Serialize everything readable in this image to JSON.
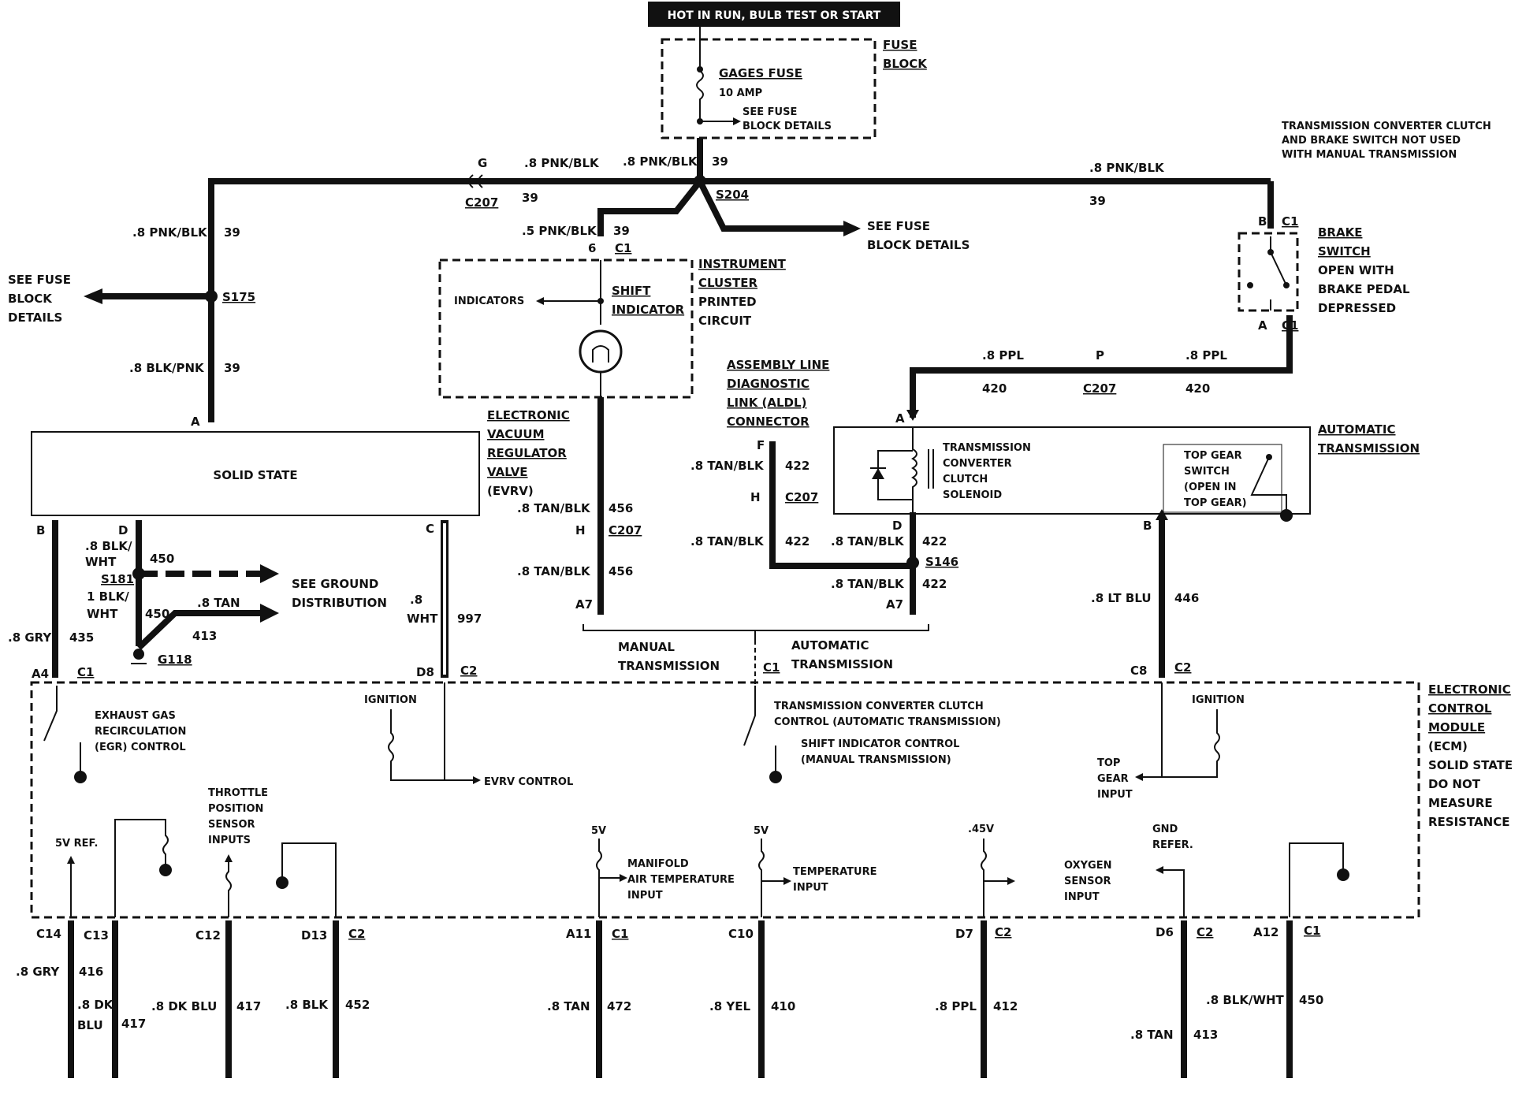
{
  "header": {
    "banner": "HOT IN RUN, BULB TEST OR START"
  },
  "fuse_block": {
    "label_1": "FUSE",
    "label_2": "BLOCK",
    "gages_fuse": "GAGES FUSE",
    "amp": "10 AMP",
    "see_1": "SEE FUSE",
    "see_2": "BLOCK DETAILS"
  },
  "note": {
    "line1": "TRANSMISSION CONVERTER CLUTCH",
    "line2": "AND BRAKE SWITCH NOT USED",
    "line3": "WITH MANUAL TRANSMISSION"
  },
  "wires": {
    "pnk_blk_8": ".8 PNK/BLK",
    "pnk_blk_5": ".5 PNK/BLK",
    "blk_pnk_8": ".8 BLK/PNK",
    "c39": "39",
    "tan_blk": ".8 TAN/BLK",
    "c456": "456",
    "c422": "422",
    "ppl": ".8 PPL",
    "c420": "420",
    "lt_blu": ".8 LT BLU",
    "c446": "446",
    "gry": ".8 GRY",
    "c435": "435",
    "blk_wht_8a": ".8 BLK/",
    "blk_wht_8b": "WHT",
    "c450": "450",
    "blk_wht_1a": "1 BLK/",
    "blk_wht_1b": "WHT",
    "tan8": ".8 TAN",
    "c413": "413",
    "wht_a": ".8",
    "wht_b": "WHT",
    "c997": "997"
  },
  "connectors": {
    "g": "G",
    "c207": "C207",
    "s204": "S204",
    "s175": "S175",
    "s181": "S181",
    "s146": "S146",
    "g118": "G118",
    "c1": "C1",
    "c2": "C2",
    "six": "6",
    "a": "A",
    "b": "B",
    "c": "C",
    "d": "D",
    "f": "F",
    "h": "H",
    "p": "P",
    "a4": "A4",
    "d8": "D8",
    "c8": "C8",
    "a7": "A7"
  },
  "components": {
    "see_fuse_left_1": "SEE FUSE",
    "see_fuse_left_2": "BLOCK",
    "see_fuse_left_3": "DETAILS",
    "see_fuse_mid_1": "SEE FUSE",
    "see_fuse_mid_2": "BLOCK DETAILS",
    "ic_1": "INSTRUMENT",
    "ic_2": "CLUSTER",
    "ic_3": "PRINTED",
    "ic_4": "CIRCUIT",
    "shift_1": "SHIFT",
    "shift_2": "INDICATOR",
    "indicators": "INDICATORS",
    "brake_1": "BRAKE",
    "brake_2": "SWITCH",
    "brake_3": "OPEN WITH",
    "brake_4": "BRAKE PEDAL",
    "brake_5": "DEPRESSED",
    "aldl_1": "ASSEMBLY LINE",
    "aldl_2": "DIAGNOSTIC",
    "aldl_3": "LINK (ALDL)",
    "aldl_4": "CONNECTOR",
    "solid_state": "SOLID STATE",
    "evrv_1": "ELECTRONIC",
    "evrv_2": "VACUUM",
    "evrv_3": "REGULATOR",
    "evrv_4": "VALVE",
    "evrv_5": "(EVRV)",
    "auto_1": "AUTOMATIC",
    "auto_2": "TRANSMISSION",
    "tcc_1": "TRANSMISSION",
    "tcc_2": "CONVERTER",
    "tcc_3": "CLUTCH",
    "tcc_4": "SOLENOID",
    "tg_1": "TOP GEAR",
    "tg_2": "SWITCH",
    "tg_3": "(OPEN IN",
    "tg_4": "TOP GEAR)",
    "ground_1": "SEE GROUND",
    "ground_2": "DISTRIBUTION",
    "manual_1": "MANUAL",
    "manual_2": "TRANSMISSION",
    "automatic_1": "AUTOMATIC",
    "automatic_2": "TRANSMISSION"
  },
  "ecm": {
    "title_1": "ELECTRONIC",
    "title_2": "CONTROL",
    "title_3": "MODULE",
    "title_4": "(ECM)",
    "title_5": "SOLID STATE",
    "title_6": "DO NOT",
    "title_7": "MEASURE",
    "title_8": "RESISTANCE",
    "egr_1": "EXHAUST GAS",
    "egr_2": "RECIRCULATION",
    "egr_3": "(EGR) CONTROL",
    "ignition": "IGNITION",
    "evrv_control": "EVRV CONTROL",
    "tcc_ctl_1": "TRANSMISSION CONVERTER CLUTCH",
    "tcc_ctl_2": "CONTROL (AUTOMATIC TRANSMISSION)",
    "sic_1": "SHIFT INDICATOR CONTROL",
    "sic_2": "(MANUAL TRANSMISSION)",
    "top_1": "TOP",
    "top_2": "GEAR",
    "top_3": "INPUT",
    "tps_1": "THROTTLE",
    "tps_2": "POSITION",
    "tps_3": "SENSOR",
    "tps_4": "INPUTS",
    "vref": "5V REF.",
    "v5": "5V",
    "v45": ".45V",
    "mat_1": "MANIFOLD",
    "mat_2": "AIR TEMPERATURE",
    "mat_3": "INPUT",
    "temp_1": "TEMPERATURE",
    "temp_2": "INPUT",
    "oxy_1": "OXYGEN",
    "oxy_2": "SENSOR",
    "oxy_3": "INPUT",
    "gnd_1": "GND",
    "gnd_2": "REFER."
  },
  "bottom_pins": {
    "c14": "C14",
    "c13": "C13",
    "c12": "C12",
    "d13": "D13",
    "a11": "A11",
    "c10": "C10",
    "d7": "D7",
    "d6": "D6",
    "a12": "A12",
    "gry": ".8 GRY",
    "n416": "416",
    "dkblu_a": ".8 DK",
    "dkblu_b": "BLU",
    "n417": "417",
    "dkblu": ".8 DK BLU",
    "blk": ".8 BLK",
    "n452": "452",
    "tan": ".8 TAN",
    "n472": "472",
    "yel": ".8 YEL",
    "n410": "410",
    "ppl": ".8 PPL",
    "n412": "412",
    "tan2": ".8 TAN",
    "n413": "413",
    "blkwht": ".8 BLK/WHT",
    "n450": "450"
  }
}
